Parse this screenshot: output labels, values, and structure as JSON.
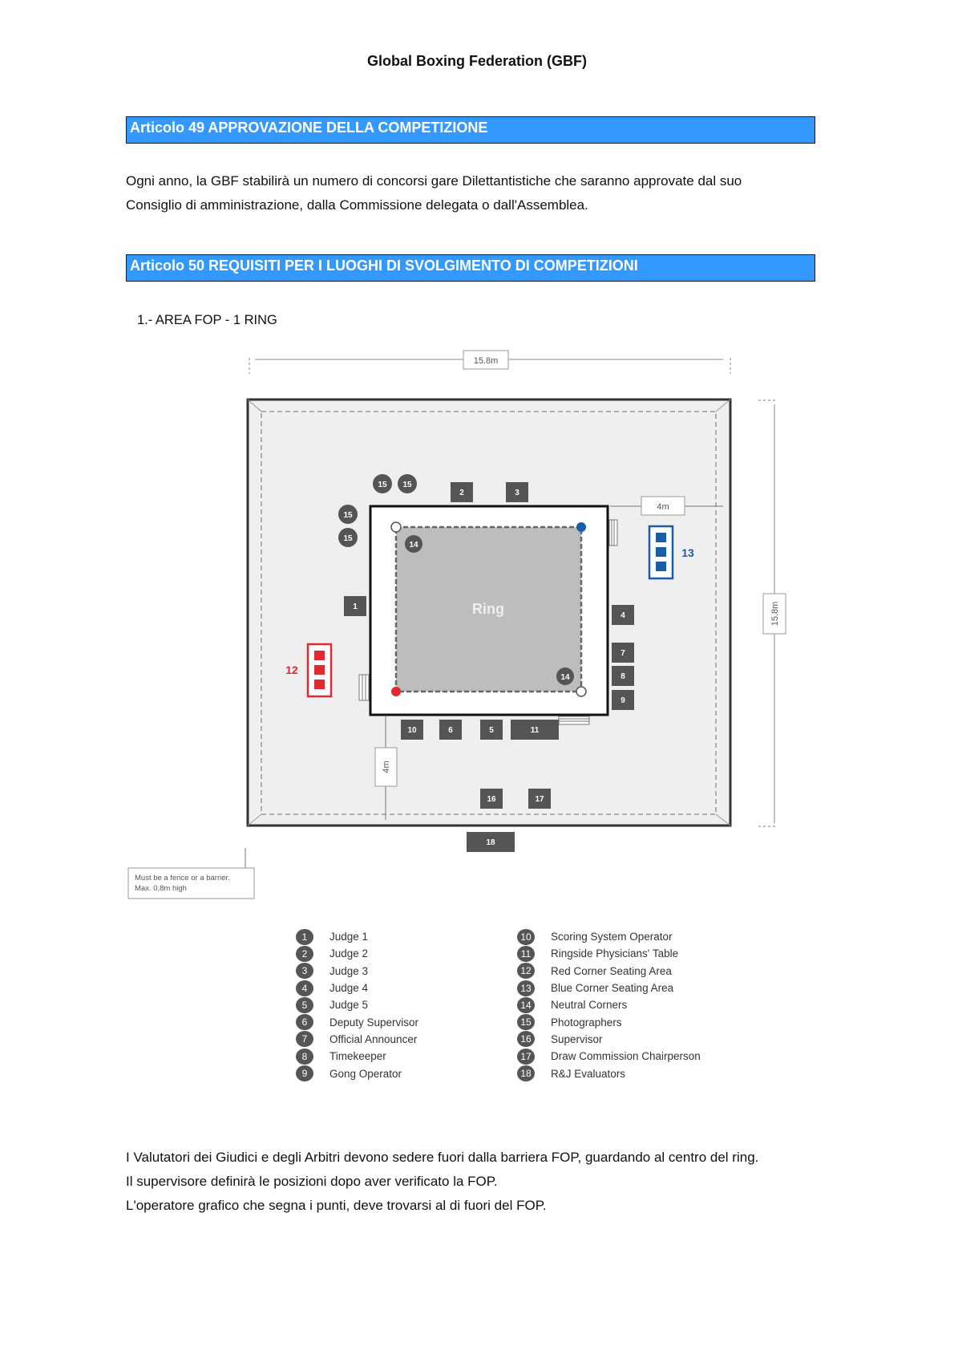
{
  "header": {
    "title": "Global Boxing Federation (GBF)"
  },
  "article49": {
    "heading": "Articolo 49 APPROVAZIONE DELLA COMPETIZIONE",
    "lines": [
      "Ogni anno, la GBF stabilirà un numero di concorsi gare Dilettantistiche che saranno approvate dal suo",
      "Consiglio di amministrazione, dalla Commissione delegata o dall'Assemblea."
    ]
  },
  "article50": {
    "heading": "Articolo 50 REQUISITI PER I LUOGHI DI SVOLGIMENTO DI COMPETIZIONI",
    "subheading": "1.- AREA FOP - 1 RING"
  },
  "diagram": {
    "dim_width": "15.8m",
    "dim_height": "15.8m",
    "dim_4m_top": "4m",
    "dim_4m_left": "4m",
    "ring_label": "Ring",
    "fence_note_line1": "Must be a fence or a barrier.",
    "fence_note_line2": "Max. 0,8m high",
    "red_area_number": "12",
    "blue_area_number": "13",
    "neutral_corner_number": "14",
    "photographer_number": "15",
    "positions": [
      "1",
      "2",
      "3",
      "4",
      "5",
      "6",
      "7",
      "8",
      "9",
      "10",
      "11",
      "16",
      "17",
      "18"
    ],
    "colors": {
      "red": "#e02a32",
      "blue": "#1a5ca8",
      "box": "#555555"
    }
  },
  "legend": {
    "left": [
      {
        "num": "1",
        "label": "Judge 1"
      },
      {
        "num": "2",
        "label": "Judge 2"
      },
      {
        "num": "3",
        "label": "Judge 3"
      },
      {
        "num": "4",
        "label": "Judge 4"
      },
      {
        "num": "5",
        "label": "Judge 5"
      },
      {
        "num": "6",
        "label": "Deputy Supervisor"
      },
      {
        "num": "7",
        "label": "Official Announcer"
      },
      {
        "num": "8",
        "label": "Timekeeper"
      },
      {
        "num": "9",
        "label": "Gong Operator"
      }
    ],
    "right": [
      {
        "num": "10",
        "label": "Scoring System Operator"
      },
      {
        "num": "11",
        "label": "Ringside Physicians' Table"
      },
      {
        "num": "12",
        "label": "Red Corner Seating Area"
      },
      {
        "num": "13",
        "label": "Blue Corner Seating Area"
      },
      {
        "num": "14",
        "label": "Neutral Corners"
      },
      {
        "num": "15",
        "label": "Photographers"
      },
      {
        "num": "16",
        "label": "Supervisor"
      },
      {
        "num": "17",
        "label": "Draw Commission Chairperson"
      },
      {
        "num": "18",
        "label": "R&J Evaluators"
      }
    ]
  },
  "footer_lines": [
    "I Valutatori dei Giudici e degli Arbitri devono sedere fuori dalla barriera FOP, guardando al centro del ring.",
    "Il supervisore definirà le posizioni dopo aver verificato la FOP.",
    "L'operatore grafico che segna i punti, deve trovarsi al di fuori del FOP."
  ]
}
